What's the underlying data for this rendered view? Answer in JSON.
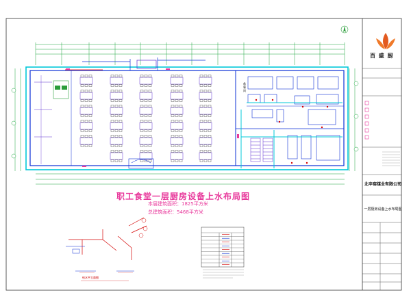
{
  "drawing": {
    "title": "职工食堂一层厨房设备上水布局图",
    "area_floor": "本层建筑面积：1825平方米",
    "area_total": "总建筑面积：5468平方米",
    "room_serving": "备餐间",
    "detail_caption": "给水平立面图"
  },
  "title_block": {
    "logo_text": "百 盛 厨",
    "company": "北辛窑煤业有限公司",
    "drawing_name": "一层厨房设备上水布局图"
  },
  "legend": {
    "rows": 9
  },
  "colors": {
    "water_line": "#00c8d8",
    "wall": "#0b2fd6",
    "equipment": "#5a2ad0",
    "annotation": "#e8389b",
    "grid": "#18a53a",
    "red": "#d40000"
  }
}
